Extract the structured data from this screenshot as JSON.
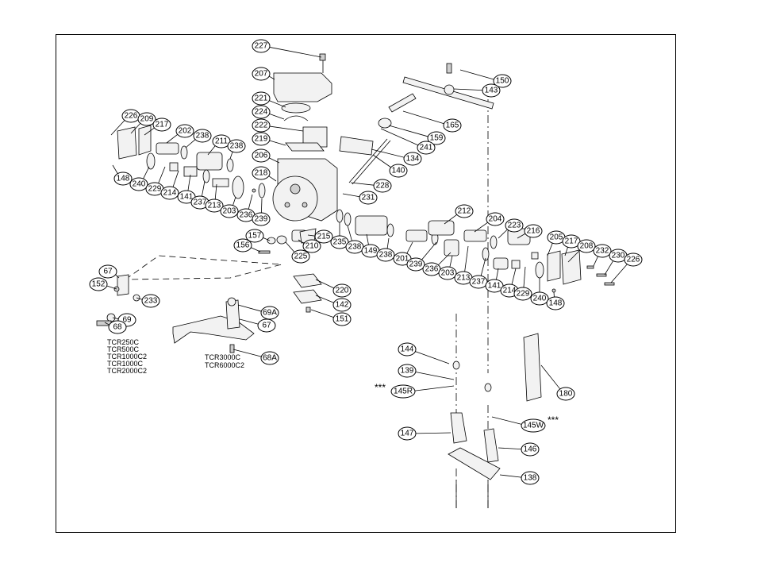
{
  "callouts": [
    "227",
    "207",
    "221",
    "224",
    "222",
    "219",
    "206",
    "218",
    "150",
    "143",
    "165",
    "159",
    "241",
    "134",
    "140",
    "228",
    "231",
    "226",
    "209",
    "217",
    "202",
    "238",
    "211",
    "238",
    "148",
    "240",
    "229",
    "214",
    "141",
    "237",
    "213",
    "203",
    "236",
    "239",
    "212",
    "204",
    "223",
    "216",
    "205",
    "217",
    "208",
    "232",
    "230",
    "226",
    "235",
    "238",
    "149",
    "238",
    "201",
    "239",
    "236",
    "203",
    "213",
    "237",
    "141",
    "214",
    "229",
    "240",
    "148",
    "157",
    "156",
    "215",
    "210",
    "225",
    "67",
    "152",
    "233",
    "69",
    "68",
    "220",
    "142",
    "151",
    "69A",
    "67",
    "68A",
    "144",
    "139",
    "145R",
    "147",
    "180",
    "145W",
    "146",
    "138"
  ],
  "models_left": [
    "TCR250C",
    "TCR500C",
    "TCR1000C2",
    "TCR1000C",
    "TCR2000C2"
  ],
  "models_right": [
    "TCR3000C",
    "TCR6000C2"
  ],
  "asterisks": [
    "***",
    "***"
  ]
}
